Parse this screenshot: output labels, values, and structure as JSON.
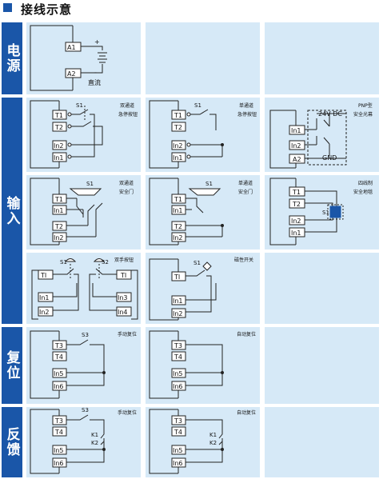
{
  "page_title": "接线示意",
  "rows": {
    "power": "电源",
    "input": "输入",
    "reset": "复位",
    "feedback": "反馈"
  },
  "terminals": {
    "A1": "A1",
    "A2": "A2",
    "T1": "T1",
    "T2": "T2",
    "T3": "T3",
    "T4": "T4",
    "TI": "TI",
    "In1": "In1",
    "In2": "In2",
    "In3": "In3",
    "In4": "In4",
    "In5": "In5",
    "In6": "In6"
  },
  "labels": {
    "plus": "+",
    "minus": "-",
    "dc": "直流",
    "s1": "S1",
    "s2": "S2",
    "s3": "S3",
    "k1": "K1",
    "k2": "K2",
    "v24dc": "24V DC",
    "gnd": "GND",
    "dual_channel_estop": [
      "双通道",
      "急停按钮"
    ],
    "single_channel_estop": [
      "单通道",
      "急停按钮"
    ],
    "pnp_light_curtain": [
      "PNP型",
      "安全光幕"
    ],
    "dual_channel_door": [
      "双通道",
      "安全门"
    ],
    "single_channel_door": [
      "单通道",
      "安全门"
    ],
    "four_wire_mat": [
      "四线制",
      "安全地毯"
    ],
    "two_hand": "双手按钮",
    "magnetic_switch": "磁性开关",
    "manual_reset": "手动复位",
    "auto_reset": "自动复位"
  }
}
